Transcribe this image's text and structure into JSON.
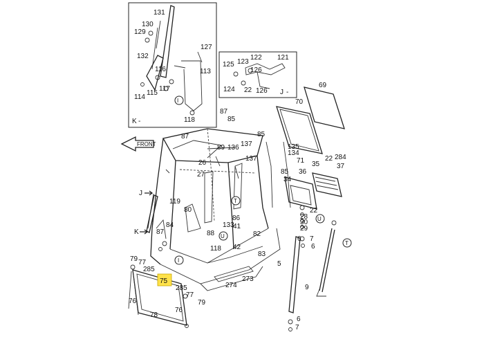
{
  "highlight": {
    "text": "75",
    "color": "#ffe24a"
  },
  "detail_k": {
    "tag": "K"
  },
  "detail_j": {
    "tag": "J"
  },
  "view_refs": {
    "j": "J",
    "k": "K"
  },
  "front_label": "FRONT",
  "callouts": [
    {
      "text": "131"
    },
    {
      "text": "130"
    },
    {
      "text": "129"
    },
    {
      "text": "132"
    },
    {
      "text": "116"
    },
    {
      "text": "113"
    },
    {
      "text": "127"
    },
    {
      "text": "117"
    },
    {
      "text": "115"
    },
    {
      "text": "114"
    },
    {
      "text": "118"
    },
    {
      "text": "125"
    },
    {
      "text": "123"
    },
    {
      "text": "122"
    },
    {
      "text": "121"
    },
    {
      "text": "126"
    },
    {
      "text": "124"
    },
    {
      "text": "22"
    },
    {
      "text": "126"
    },
    {
      "text": "69"
    },
    {
      "text": "70"
    },
    {
      "text": "87"
    },
    {
      "text": "85"
    },
    {
      "text": "89"
    },
    {
      "text": "136"
    },
    {
      "text": "137"
    },
    {
      "text": "134"
    },
    {
      "text": "135"
    },
    {
      "text": "137"
    },
    {
      "text": "87"
    },
    {
      "text": "85"
    },
    {
      "text": "71"
    },
    {
      "text": "22"
    },
    {
      "text": "284"
    },
    {
      "text": "35"
    },
    {
      "text": "37"
    },
    {
      "text": "26"
    },
    {
      "text": "27"
    },
    {
      "text": "36"
    },
    {
      "text": "85"
    },
    {
      "text": "34"
    },
    {
      "text": "119"
    },
    {
      "text": "80"
    },
    {
      "text": "84"
    },
    {
      "text": "87"
    },
    {
      "text": "133"
    },
    {
      "text": "86"
    },
    {
      "text": "41"
    },
    {
      "text": "88"
    },
    {
      "text": "82"
    },
    {
      "text": "22"
    },
    {
      "text": "28"
    },
    {
      "text": "30"
    },
    {
      "text": "29"
    },
    {
      "text": "7"
    },
    {
      "text": "6"
    },
    {
      "text": "118"
    },
    {
      "text": "42"
    },
    {
      "text": "83"
    },
    {
      "text": "79"
    },
    {
      "text": "77"
    },
    {
      "text": "285"
    },
    {
      "text": "5"
    },
    {
      "text": "273"
    },
    {
      "text": "274"
    },
    {
      "text": "285"
    },
    {
      "text": "77"
    },
    {
      "text": "79"
    },
    {
      "text": "76"
    },
    {
      "text": "76"
    },
    {
      "text": "78"
    },
    {
      "text": "9"
    },
    {
      "text": "6"
    },
    {
      "text": "7"
    },
    {
      "text": "6"
    }
  ],
  "circle_refs": [
    {
      "text": "I"
    },
    {
      "text": "T"
    },
    {
      "text": "U"
    },
    {
      "text": "U"
    },
    {
      "text": "I"
    },
    {
      "text": "T"
    }
  ]
}
